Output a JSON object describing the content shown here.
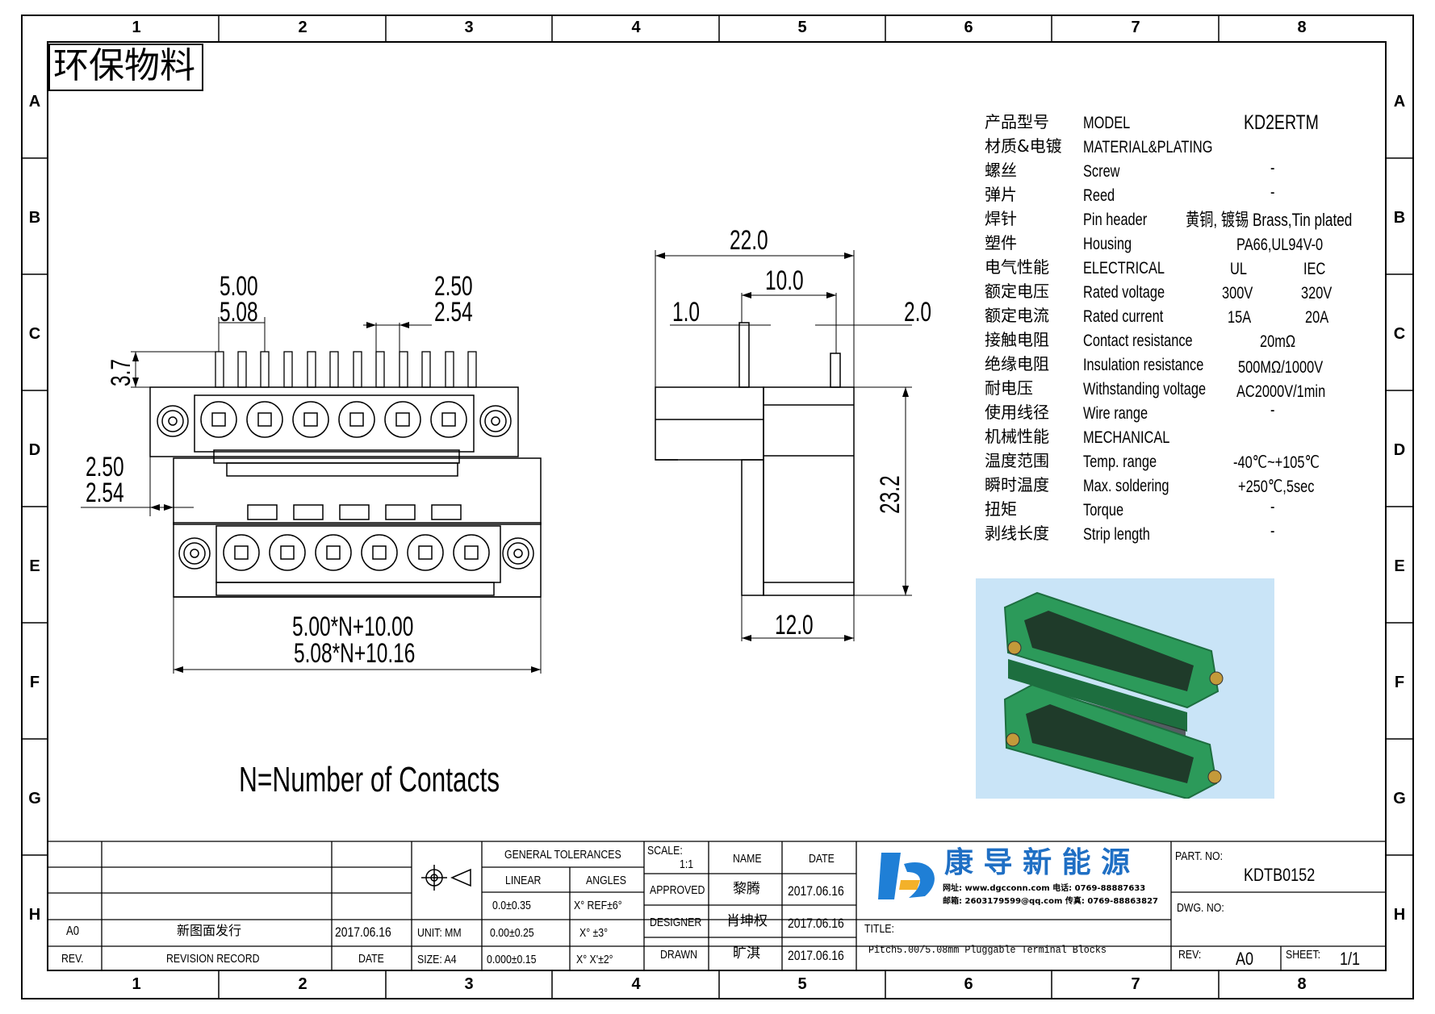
{
  "eco_label": "环保物料",
  "zones": {
    "columns": [
      "1",
      "2",
      "3",
      "4",
      "5",
      "6",
      "7",
      "8"
    ],
    "rows": [
      "A",
      "B",
      "C",
      "D",
      "E",
      "F",
      "G",
      "H"
    ]
  },
  "front_view": {
    "pitch_left_top": "5.00",
    "pitch_left_bottom": "5.08",
    "pitch_right_top": "2.50",
    "pitch_right_bottom": "2.54",
    "pin_height": "3.7",
    "offset_top": "2.50",
    "offset_bottom": "2.54",
    "overall_top": "5.00*N+10.00",
    "overall_bottom": "5.08*N+10.16",
    "note": "N=Number of Contacts"
  },
  "side_view": {
    "width_overall": "22.0",
    "pin_spacing": "10.0",
    "left_pin": "1.0",
    "right_pin": "2.0",
    "height": "23.2",
    "base_width": "12.0"
  },
  "specs": {
    "rows": [
      {
        "cn": "产品型号",
        "en": "MODEL",
        "ul": "KD2ERTM",
        "iec": ""
      },
      {
        "cn": "材质&电镀",
        "en": "MATERIAL&PLATING",
        "ul": "",
        "iec": ""
      },
      {
        "cn": "螺丝",
        "en": "Screw",
        "ul": "-",
        "iec": ""
      },
      {
        "cn": "弹片",
        "en": "Reed",
        "ul": "-",
        "iec": ""
      },
      {
        "cn": "焊针",
        "en": "Pin header",
        "ul": "黄铜, 镀锡 Brass,Tin plated",
        "iec": ""
      },
      {
        "cn": "塑件",
        "en": "Housing",
        "ul": "PA66,UL94V-0",
        "iec": ""
      },
      {
        "cn": "电气性能",
        "en": "ELECTRICAL",
        "ul": "UL",
        "iec": "IEC"
      },
      {
        "cn": "额定电压",
        "en": "Rated voltage",
        "ul": "300V",
        "iec": "320V"
      },
      {
        "cn": "额定电流",
        "en": "Rated current",
        "ul": "15A",
        "iec": "20A"
      },
      {
        "cn": "接触电阻",
        "en": "Contact resistance",
        "ul": "20mΩ",
        "iec": ""
      },
      {
        "cn": "绝缘电阻",
        "en": "Insulation resistance",
        "ul": "500MΩ/1000V",
        "iec": ""
      },
      {
        "cn": "耐电压",
        "en": "Withstanding voltage",
        "ul": "AC2000V/1min",
        "iec": ""
      },
      {
        "cn": "使用线径",
        "en": "Wire range",
        "ul": "-",
        "iec": ""
      },
      {
        "cn": "机械性能",
        "en": "MECHANICAL",
        "ul": "",
        "iec": ""
      },
      {
        "cn": "温度范围",
        "en": "Temp. range",
        "ul": "-40℃~+105℃",
        "iec": ""
      },
      {
        "cn": "瞬时温度",
        "en": "Max. soldering",
        "ul": "+250℃,5sec",
        "iec": ""
      },
      {
        "cn": "扭矩",
        "en": "Torque",
        "ul": "-",
        "iec": ""
      },
      {
        "cn": "剥线长度",
        "en": "Strip length",
        "ul": "-",
        "iec": ""
      }
    ]
  },
  "title_block": {
    "rev_row": {
      "rev": "A0",
      "record": "新图面发行",
      "date": "2017.06.16"
    },
    "rev_header": {
      "rev": "REV.",
      "record": "REVISION RECORD",
      "date": "DATE"
    },
    "unit": "UNIT: MM",
    "size": "SIZE: A4",
    "general_tolerances": "GENERAL TOLERANCES",
    "linear": "LINEAR",
    "angles": "ANGLES",
    "tol_linear": [
      "0.0±0.35",
      "0.00±0.25",
      "0.000±0.15"
    ],
    "tol_angles": [
      "X° REF±6°",
      "X° ±3°",
      "X° X'±2°"
    ],
    "scale_label": "SCALE:",
    "scale_value": "1:1",
    "name_header": "NAME",
    "date_header": "DATE",
    "roles": [
      {
        "role": "APPROVED",
        "name": "黎腾",
        "date": "2017.06.16"
      },
      {
        "role": "DESIGNER",
        "name": "肖坤权",
        "date": "2017.06.16"
      },
      {
        "role": "DRAWN",
        "name": "旷淇",
        "date": "2017.06.16"
      }
    ],
    "company_name": "康 导 新 能 源",
    "company_line1": "网址: www.dgcconn.com  电话: 0769-88887633",
    "company_line2": "邮箱: 2603179599@qq.com 传真: 0769-88863827",
    "title_label": "TITLE:",
    "title_value": "Pitch5.00/5.08mm Pluggable Terminal Blocks",
    "part_no_label": "PART. NO:",
    "part_no": "KDTB0152",
    "dwg_no_label": "DWG. NO:",
    "rev_label": "REV:",
    "rev_value": "A0",
    "sheet_label": "SHEET:",
    "sheet_value": "1/1"
  },
  "colors": {
    "photo_bg": "#c9e4f7",
    "housing_green": "#2c9a5a",
    "housing_dark": "#1d6e3f",
    "logo_blue": "#1f7fd6"
  }
}
